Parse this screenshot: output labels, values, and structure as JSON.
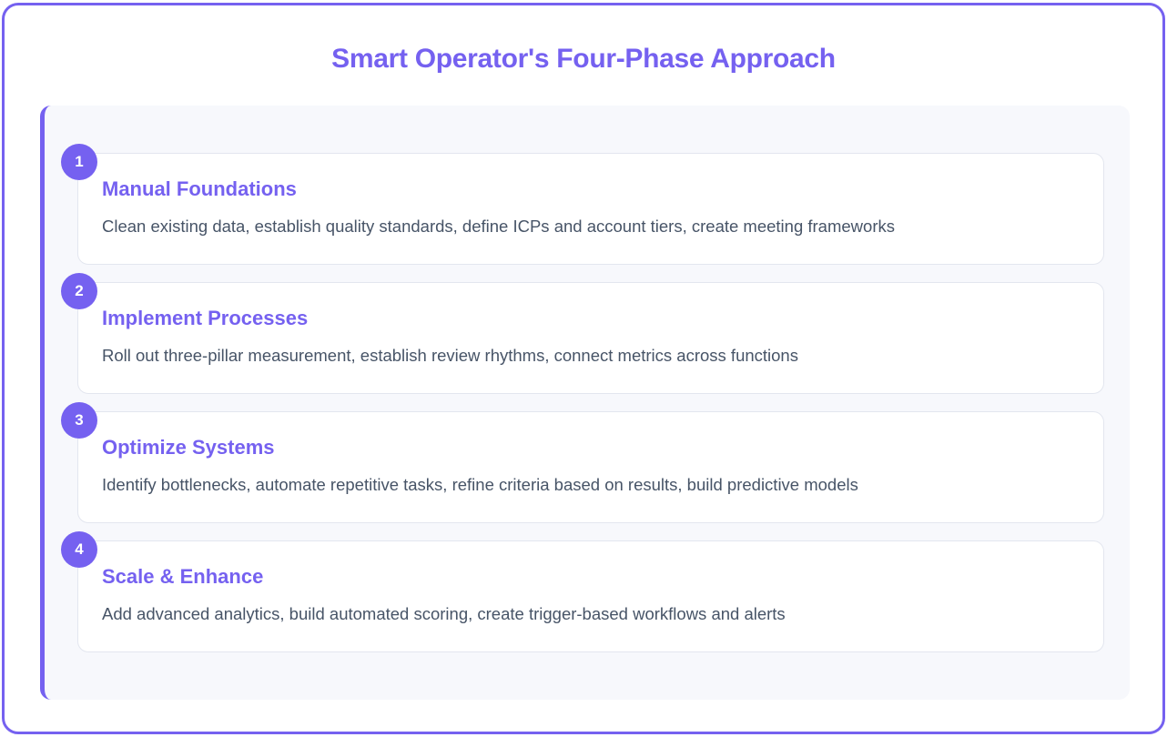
{
  "title": "Smart Operator's Four-Phase Approach",
  "colors": {
    "accent": "#7561f0",
    "panel_background": "#f7f8fc",
    "card_background": "#ffffff",
    "card_border": "#e3e6ef",
    "description_text": "#475467"
  },
  "phases": [
    {
      "number": "1",
      "title": "Manual Foundations",
      "description": "Clean existing data, establish quality standards, define ICPs and account tiers, create meeting frameworks"
    },
    {
      "number": "2",
      "title": "Implement Processes",
      "description": "Roll out three-pillar measurement, establish review rhythms, connect metrics across functions"
    },
    {
      "number": "3",
      "title": "Optimize Systems",
      "description": "Identify bottlenecks, automate repetitive tasks, refine criteria based on results, build predictive models"
    },
    {
      "number": "4",
      "title": "Scale & Enhance",
      "description": "Add advanced analytics, build automated scoring, create trigger-based workflows and alerts"
    }
  ]
}
